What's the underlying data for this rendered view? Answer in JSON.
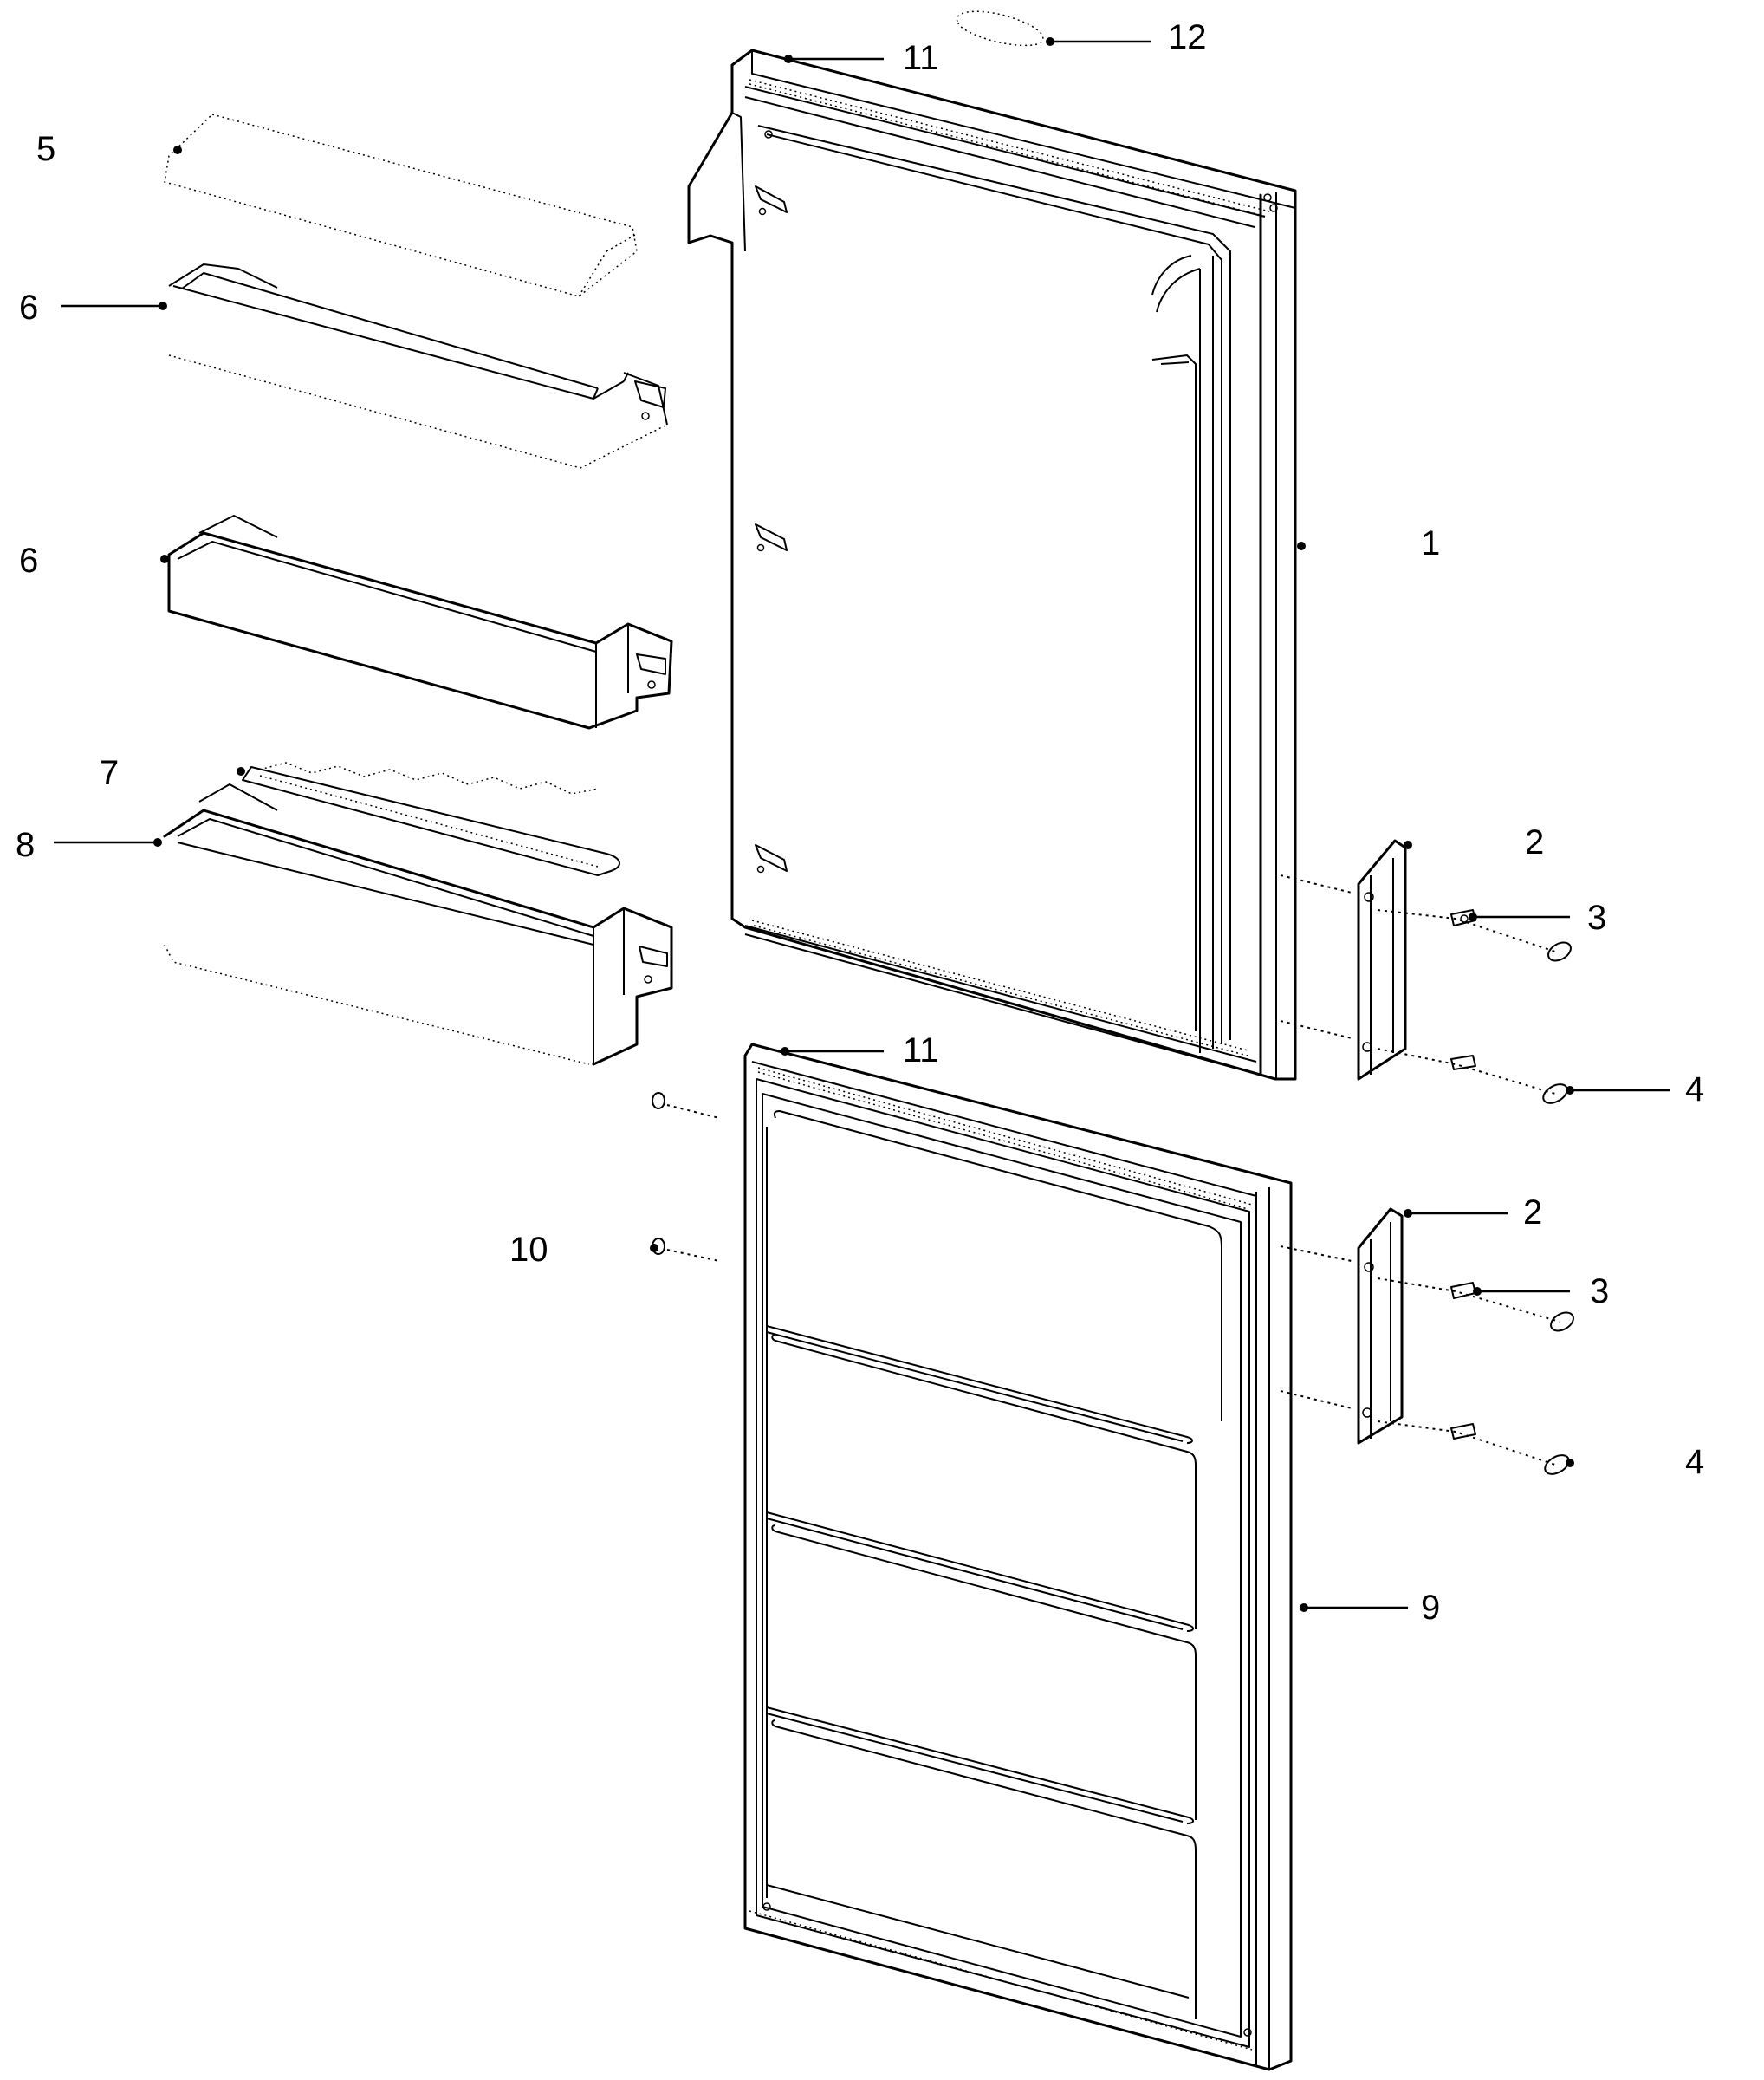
{
  "colors": {
    "line": "#000000",
    "background": "#ffffff"
  },
  "labels": {
    "top_door": "1",
    "hinge_upper": "2",
    "screw_upper": "3",
    "washer_upper": "4",
    "cover_top": "5",
    "shelf_upper": "6",
    "shelf_middle": "6",
    "rail": "7",
    "bottle_shelf": "8",
    "bottom_door": "9",
    "plug": "10",
    "pin_upper": "11",
    "pin_lower": "11",
    "cap": "12",
    "hinge_lower": "2",
    "screw_lower": "3",
    "washer_lower": "4"
  }
}
